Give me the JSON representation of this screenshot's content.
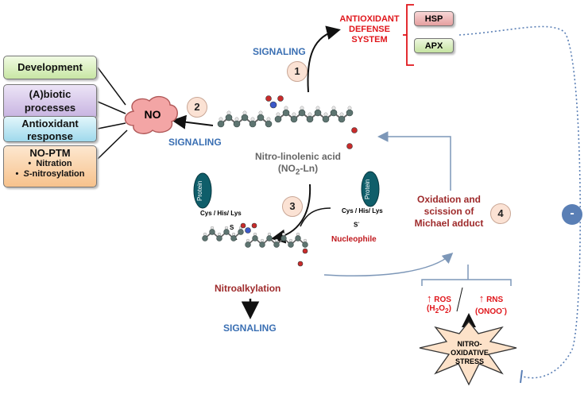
{
  "outcomes": {
    "development": "Development",
    "abiotic": "(A)biotic processes",
    "antioxidant_response": "Antioxidant response",
    "noptm_title": "NO-PTM",
    "noptm_items": [
      "Nitration",
      "S-nitrosylation"
    ]
  },
  "no_cloud": "NO",
  "compound_name": "Nitro-linolenic acid",
  "compound_formula": "(NO2-Ln)",
  "signaling_label": "SIGNALING",
  "antioxidant_system": "ANTIOXIDANT DEFENSE SYSTEM",
  "hsp": "HSP",
  "apx": "APX",
  "steps": [
    "1",
    "2",
    "3",
    "4"
  ],
  "protein_label": "Protein",
  "residues": "Cys / His/ Lys",
  "thiol_s": "S",
  "thiolate": "S-",
  "nucleophile": "Nucleophile",
  "nitroalkylation": "Nitroalkylation",
  "oxidation_label": "Oxidation and scission of Michael adduct",
  "ros": "ROS",
  "ros_species": "(H2O2)",
  "rns": "RNS",
  "rns_species": "(ONOO-)",
  "stress": "NITRO-OXIDATIVE STRESS",
  "negative_sign": "-",
  "colors": {
    "signaling": "#3a6fb3",
    "red": "#e0161b",
    "dark_red": "#9e2a2b"
  }
}
